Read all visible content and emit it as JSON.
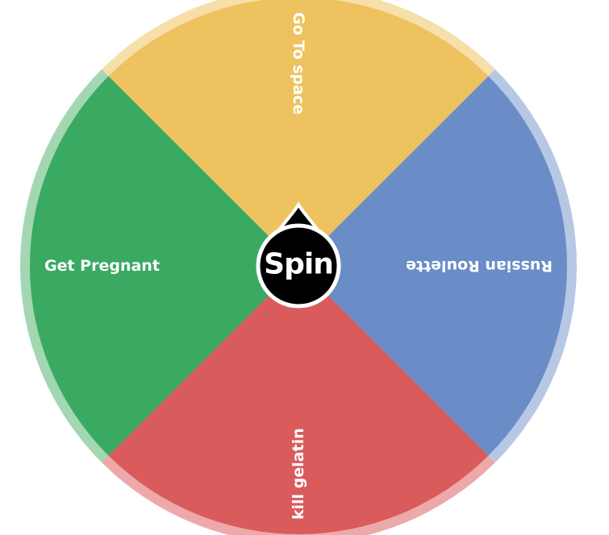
{
  "wheel": {
    "spin_label": "Spin",
    "segments": [
      {
        "label": "Go To space",
        "color": "#EEC25F",
        "rim_color": "#F6DFA9"
      },
      {
        "label": "Russian Roulette",
        "color": "#6A8DC7",
        "rim_color": "#B7C8E5"
      },
      {
        "label": "kill gelatin",
        "color": "#D95B5B",
        "rim_color": "#EDA9A9"
      },
      {
        "label": "Get Pregnant",
        "color": "#3AAA62",
        "rim_color": "#A2D7B2"
      }
    ]
  }
}
